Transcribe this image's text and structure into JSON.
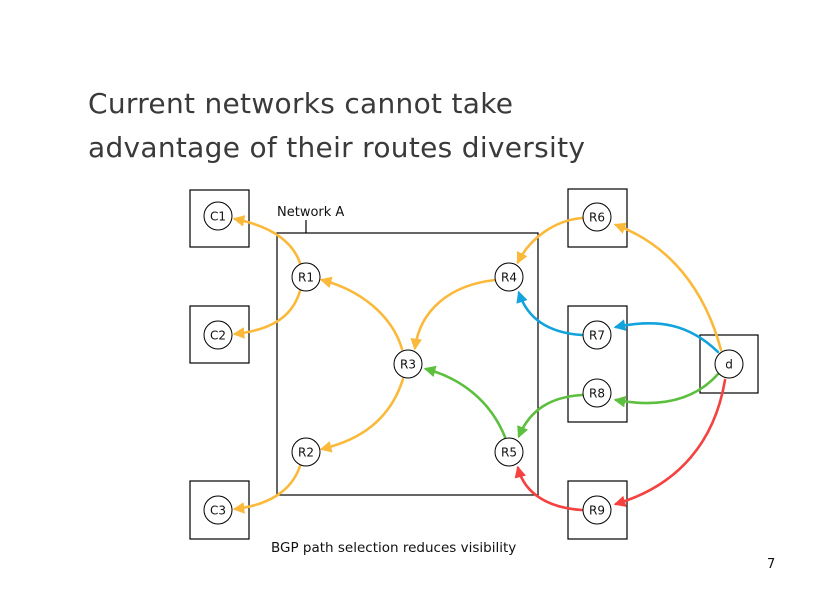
{
  "slide": {
    "title_lines": [
      "Current networks cannot take",
      "advantage of their routes diversity"
    ],
    "caption": "BGP path selection reduces visibility",
    "page_number": "7"
  },
  "diagram": {
    "network_label": "Network A",
    "nodes": {
      "C1": "C1",
      "C2": "C2",
      "C3": "C3",
      "R1": "R1",
      "R2": "R2",
      "R3": "R3",
      "R4": "R4",
      "R5": "R5",
      "R6": "R6",
      "R7": "R7",
      "R8": "R8",
      "R9": "R9",
      "d": "d"
    },
    "colors": {
      "yellow": "#fbb93b",
      "blue": "#12a3dc",
      "green": "#5cbf3e",
      "red": "#f5413f"
    },
    "edges": [
      {
        "from": "d",
        "to": "R6",
        "color": "yellow"
      },
      {
        "from": "R6",
        "to": "R4",
        "color": "yellow"
      },
      {
        "from": "R4",
        "to": "R3",
        "color": "yellow"
      },
      {
        "from": "R3",
        "to": "R1",
        "color": "yellow"
      },
      {
        "from": "R3",
        "to": "R2",
        "color": "yellow"
      },
      {
        "from": "R1",
        "to": "C1",
        "color": "yellow"
      },
      {
        "from": "R1",
        "to": "C2",
        "color": "yellow"
      },
      {
        "from": "R2",
        "to": "C3",
        "color": "yellow"
      },
      {
        "from": "d",
        "to": "R7",
        "color": "blue"
      },
      {
        "from": "R7",
        "to": "R4",
        "color": "blue"
      },
      {
        "from": "d",
        "to": "R8",
        "color": "green"
      },
      {
        "from": "R8",
        "to": "R5",
        "color": "green"
      },
      {
        "from": "R5",
        "to": "R3",
        "color": "green"
      },
      {
        "from": "d",
        "to": "R9",
        "color": "red"
      },
      {
        "from": "R9",
        "to": "R5",
        "color": "red"
      }
    ]
  }
}
